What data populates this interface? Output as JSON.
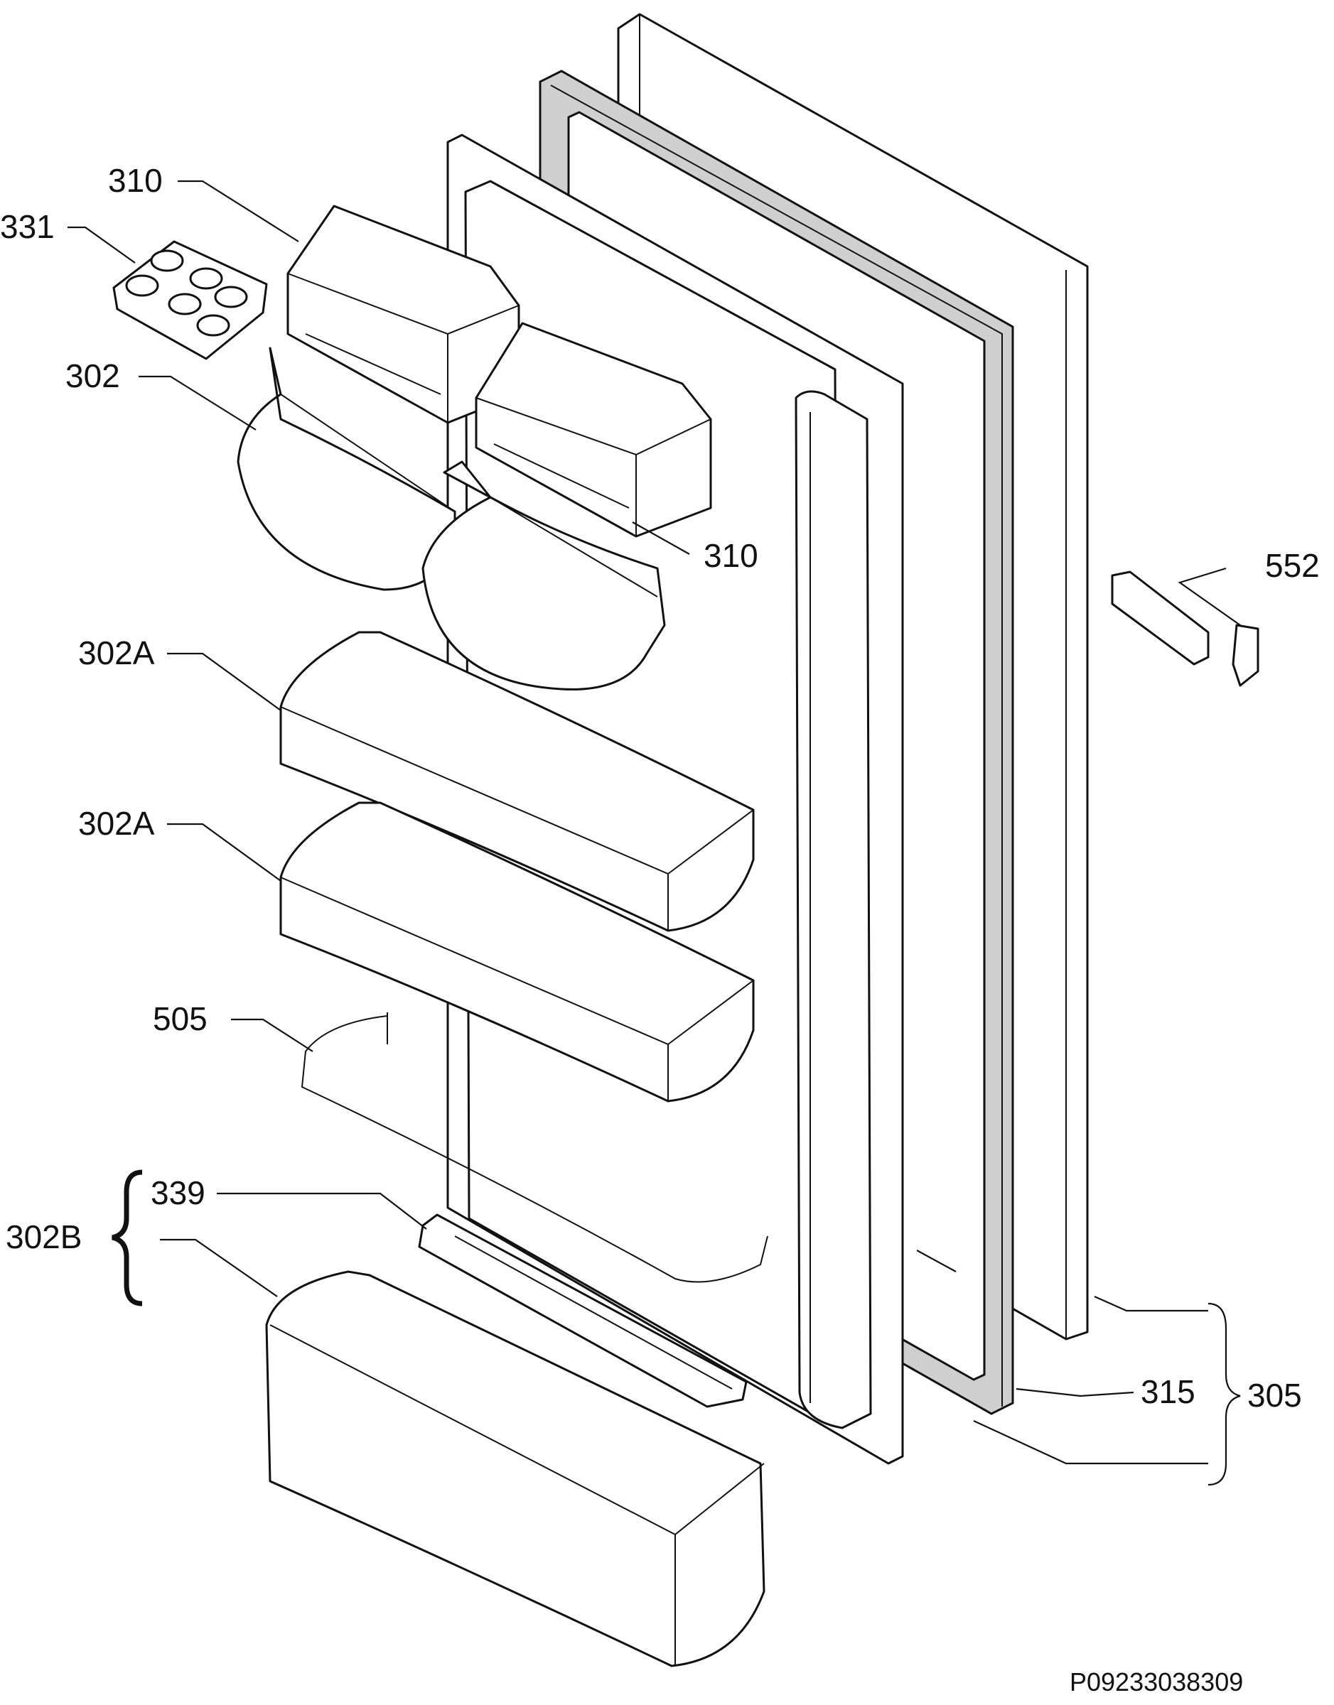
{
  "labels": {
    "l310a": "310",
    "l331": "331",
    "l302": "302",
    "l310b": "310",
    "l552": "552",
    "l302A1": "302A",
    "l302A2": "302A",
    "l505": "505",
    "l302B": "302B",
    "l339": "339",
    "l315": "315",
    "l305": "305"
  },
  "diagram_code": "P09233038309"
}
